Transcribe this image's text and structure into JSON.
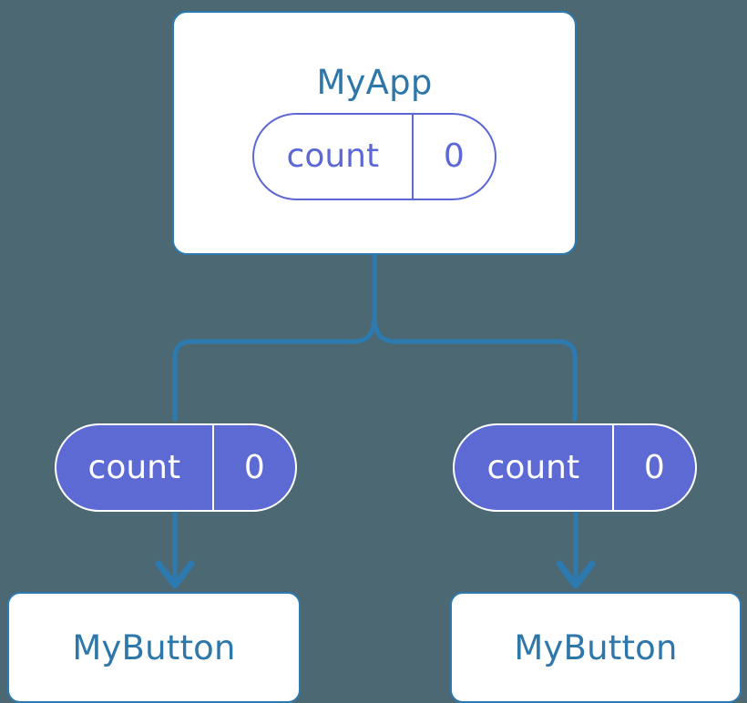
{
  "diagram": {
    "title": "React component tree state / props flow",
    "background_color": "#4c6872",
    "colors": {
      "component_border": "#2d7ab0",
      "component_fill": "#ffffff",
      "component_text": "#2d77ab",
      "state_accent": "#5c68d6",
      "prop_fill": "#5d6ad4",
      "prop_text": "#ffffff",
      "edge": "#2d7ab0"
    }
  },
  "root": {
    "name": "MyApp",
    "state": {
      "key": "count",
      "value": "0"
    }
  },
  "children": [
    {
      "prop": {
        "key": "count",
        "value": "0"
      },
      "name": "MyButton"
    },
    {
      "prop": {
        "key": "count",
        "value": "0"
      },
      "name": "MyButton"
    }
  ],
  "edges": {
    "trunk_label": "",
    "left_branch_label": "",
    "right_branch_label": ""
  }
}
